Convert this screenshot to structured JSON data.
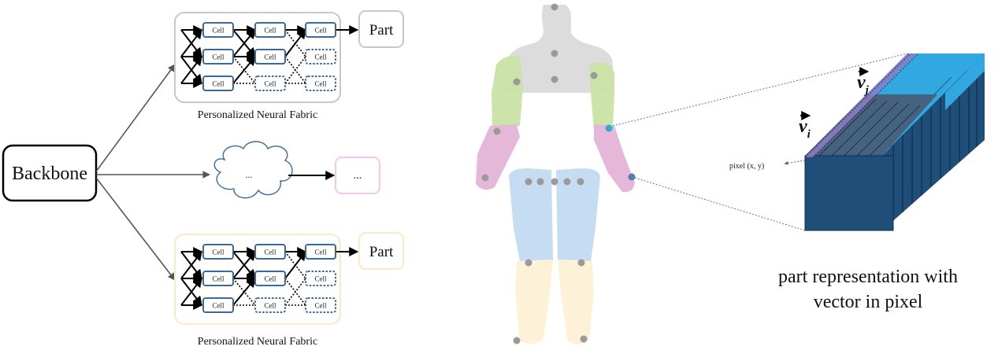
{
  "backbone_label": "Backbone",
  "cell_label": "Cell",
  "part_label": "Part",
  "fabric_label": "Personalized Neural Fabric",
  "ellipsis": "...",
  "pixel_label": "pixel (x, y)",
  "vector_i": "v",
  "vector_i_sub": "i",
  "vector_j": "v",
  "vector_j_sub": "j",
  "caption_line1": "part representation with",
  "caption_line2": "vector in pixel",
  "colors": {
    "top_fabric_border": "#c8c8c8",
    "bottom_fabric_border": "#fde9c2",
    "middle_part_border": "#f5c6f0",
    "cell_border": "#3b6a9a",
    "head_torso": "#dcdcdc",
    "upper_arm": "#c9e3a4",
    "forearm": "#e4b4d8",
    "legs": "#c6dcf2",
    "lower_legs": "#fdf2d7",
    "cube_dark": "#1f4e79",
    "cube_light": "#31a9e0"
  }
}
